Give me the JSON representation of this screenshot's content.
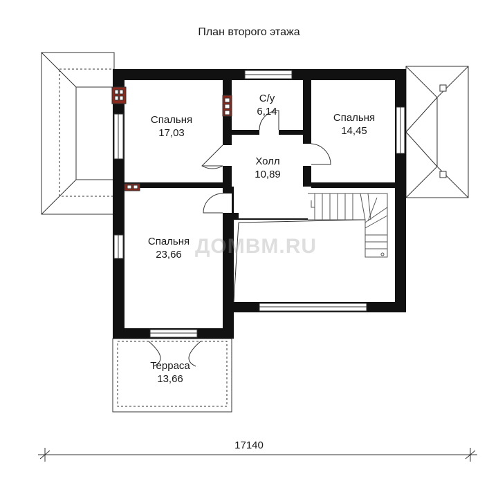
{
  "title": "План второго этажа",
  "watermark": "ДОМВМ.RU",
  "dimension": "17140",
  "rooms": [
    {
      "name": "Спальня",
      "area": "17,03"
    },
    {
      "name": "С/у",
      "area": "6,14"
    },
    {
      "name": "Спальня",
      "area": "14,45"
    },
    {
      "name": "Холл",
      "area": "10,89"
    },
    {
      "name": "Спальня",
      "area": "23,66"
    },
    {
      "name": "Терраса",
      "area": "13,66"
    }
  ]
}
